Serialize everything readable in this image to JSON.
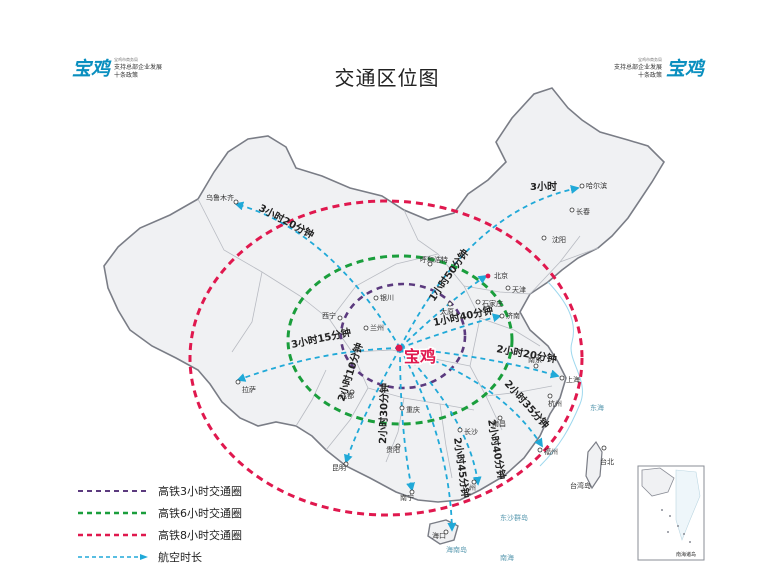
{
  "title": "交通区位图",
  "logo_left": {
    "mark": "宝鸡",
    "small": "宝鸡市商务局",
    "line1": "支持总部企业发展",
    "line2": "十条政策"
  },
  "logo_right": {
    "mark": "宝鸡",
    "small": "宝鸡市商务局",
    "line1": "支持总部企业发展",
    "line2": "十条政策"
  },
  "center_city": "宝鸡",
  "colors": {
    "hsr3": "#5b3a7e",
    "hsr6": "#1a9e3c",
    "hsr8": "#e0184e",
    "air": "#20a9d8",
    "center": "#e0184e"
  },
  "legend": [
    {
      "key": "hsr3",
      "label": "高铁3小时交通圈"
    },
    {
      "key": "hsr6",
      "label": "高铁6小时交通圈"
    },
    {
      "key": "hsr8",
      "label": "高铁8小时交通圈"
    },
    {
      "key": "air",
      "label": "航空时长"
    }
  ],
  "flight_labels": [
    {
      "id": "urumqi",
      "text": "3小时20分钟"
    },
    {
      "id": "harbin",
      "text": "3小时"
    },
    {
      "id": "beijing",
      "text": "1小时50分钟"
    },
    {
      "id": "jinan",
      "text": "1小时40分钟"
    },
    {
      "id": "lhasa",
      "text": "3小时15分钟"
    },
    {
      "id": "shanghai",
      "text": "2小时20分钟"
    },
    {
      "id": "fuzhou",
      "text": "2小时35分钟"
    },
    {
      "id": "kunming",
      "text": "2小时10分钟"
    },
    {
      "id": "nanning",
      "text": "2小时30分钟"
    },
    {
      "id": "haikou",
      "text": "2小时45分钟"
    },
    {
      "id": "guangzhou",
      "text": "2小时40分钟"
    }
  ],
  "cities": [
    {
      "id": "wulumuqi",
      "name": "乌鲁木齐"
    },
    {
      "id": "haerbin",
      "name": "哈尔滨"
    },
    {
      "id": "changchun",
      "name": "长春"
    },
    {
      "id": "shenyang",
      "name": "沈阳"
    },
    {
      "id": "huhehaote",
      "name": "呼和浩特"
    },
    {
      "id": "beijing",
      "name": "北京"
    },
    {
      "id": "tianjin",
      "name": "天津"
    },
    {
      "id": "shijiazhuang",
      "name": "石家庄"
    },
    {
      "id": "taiyuan",
      "name": "太原"
    },
    {
      "id": "jinan",
      "name": "济南"
    },
    {
      "id": "yinchuan",
      "name": "银川"
    },
    {
      "id": "xining",
      "name": "西宁"
    },
    {
      "id": "lanzhou",
      "name": "兰州"
    },
    {
      "id": "lasa",
      "name": "拉萨"
    },
    {
      "id": "chengdu",
      "name": "成都"
    },
    {
      "id": "chongqing",
      "name": "重庆"
    },
    {
      "id": "guiyang",
      "name": "贵阳"
    },
    {
      "id": "kunming",
      "name": "昆明"
    },
    {
      "id": "nanning",
      "name": "南宁"
    },
    {
      "id": "guangzhou",
      "name": "广州"
    },
    {
      "id": "changsha",
      "name": "长沙"
    },
    {
      "id": "nanchang",
      "name": "南昌"
    },
    {
      "id": "fuzhou",
      "name": "福州"
    },
    {
      "id": "hangzhou",
      "name": "杭州"
    },
    {
      "id": "nanjing",
      "name": "南京"
    },
    {
      "id": "shanghai",
      "name": "上海"
    },
    {
      "id": "haikou",
      "name": "海口"
    },
    {
      "id": "taibei",
      "name": "台北"
    },
    {
      "id": "taiwan",
      "name": "台湾岛"
    }
  ],
  "sea_labels": [
    {
      "id": "donghai",
      "text": "东海"
    },
    {
      "id": "nanhai",
      "text": "南海"
    },
    {
      "id": "dongshaqundao",
      "text": "东沙群岛"
    },
    {
      "id": "hainandao",
      "text": "海南岛"
    }
  ],
  "inset_label": "南海诸岛"
}
